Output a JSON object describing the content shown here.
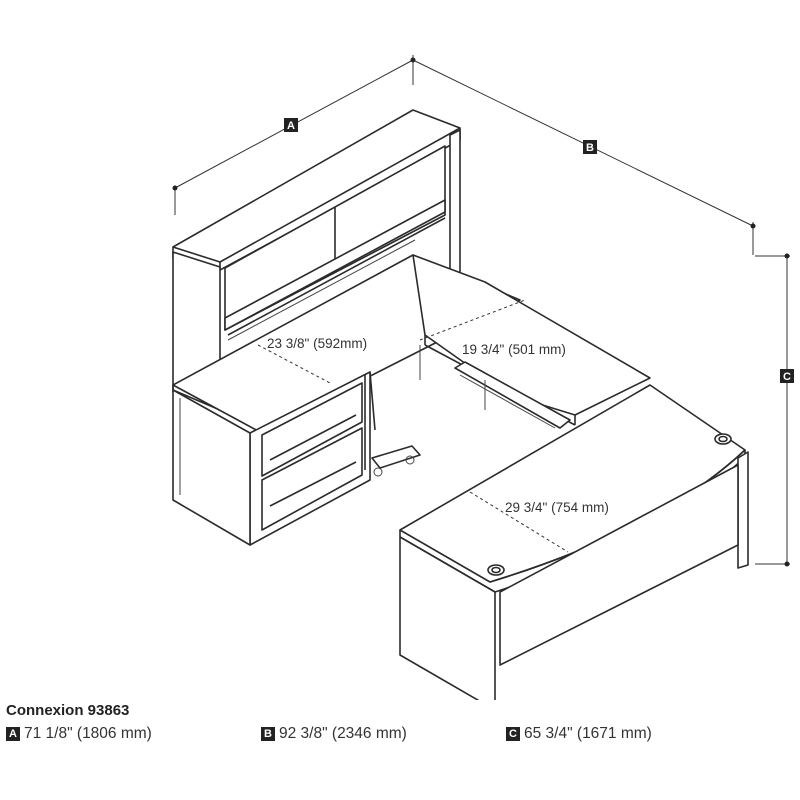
{
  "dimensions": {
    "a": {
      "badge": "A",
      "value": "71 1/8\" (1806 mm)"
    },
    "b": {
      "badge": "B",
      "value": "92 3/8\" (2346 mm)"
    },
    "c": {
      "badge": "C",
      "value": "65 3/4\" (1671 mm)"
    }
  },
  "depth_labels": {
    "hutch_desk": "23 3/8\" (592mm)",
    "bridge": "19 3/4\" (501 mm)",
    "bow_desk": "29 3/4\" (754 mm)"
  },
  "legend": {
    "model": "Connexion 93863"
  }
}
